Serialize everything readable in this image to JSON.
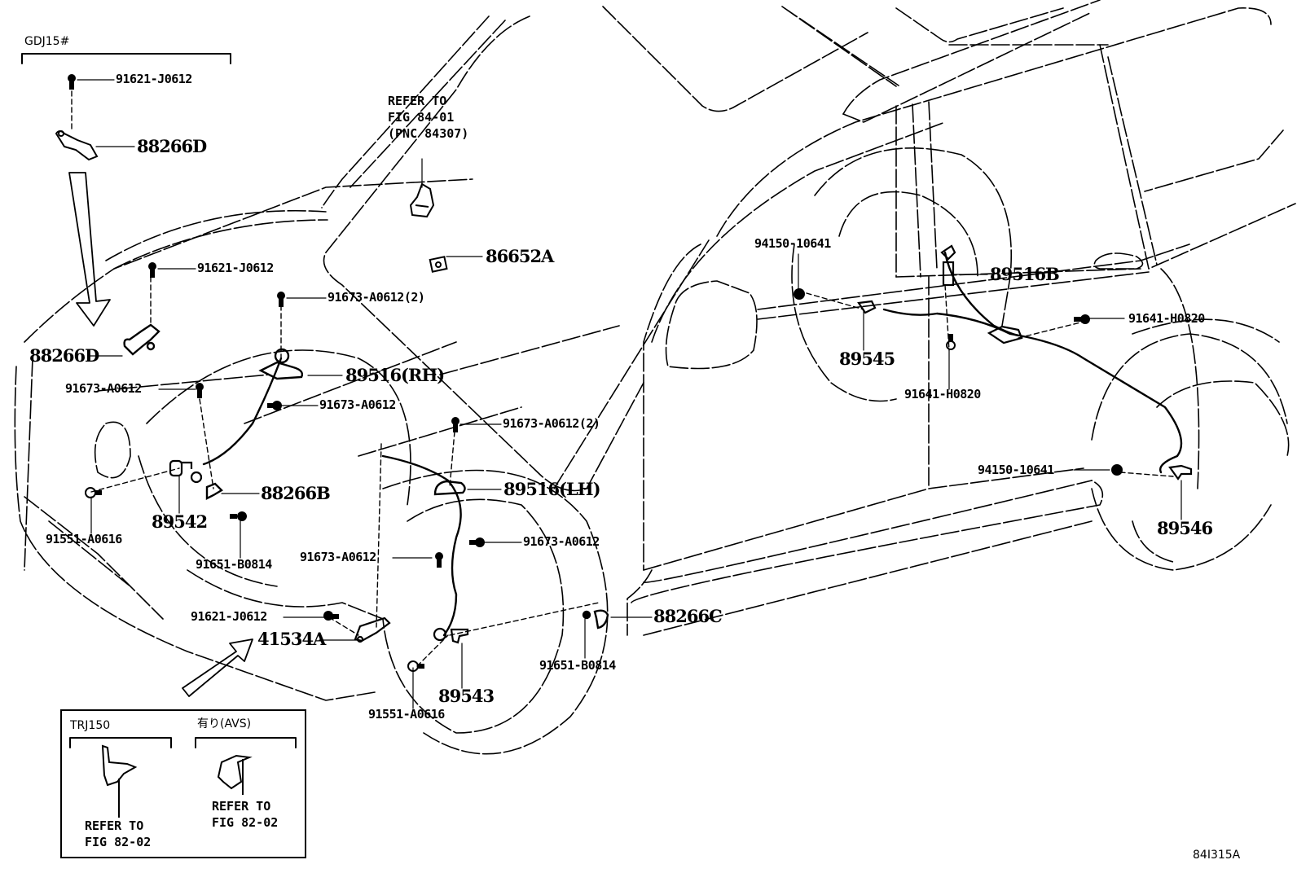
{
  "figure": {
    "id": "84I315A",
    "variant_top_left": "GDJ15#"
  },
  "callouts": {
    "top_bolt": "91621-J0612",
    "top_bracket": "88266D",
    "refer_84": [
      "REFER TO",
      "FIG 84-01",
      "(PNC 84307)"
    ],
    "sensor_86652A": "86652A",
    "bolt_91621_mid": "91621-J0612",
    "bolt_91673_rh2": "91673-A0612(2)",
    "bracket_88266D": "88266D",
    "harness_rh": "89516(RH)",
    "bolt_91673_left": "91673-A0612",
    "bolt_91673_rh": "91673-A0612",
    "bolt_91673_lh2": "91673-A0612(2)",
    "bracket_88266B": "88266B",
    "harness_lh": "89516(LH)",
    "sensor_89542": "89542",
    "bolt_91551_left": "91551-A0616",
    "bolt_91651_left": "91651-B0814",
    "bolt_91673_lh": "91673-A0612",
    "bolt_91673_lhlow": "91673-A0612",
    "bolt_91621_low": "91621-J0612",
    "bracket_41534A": "41534A",
    "bracket_88266C": "88266C",
    "bolt_91651_right": "91651-B0814",
    "sensor_89543": "89543",
    "bolt_91551_right": "91551-A0616",
    "nut_94150_upper": "94150-10641",
    "harness_89516B": "89516B",
    "bolt_91641_right": "91641-H0820",
    "sensor_89545": "89545",
    "bolt_91641_low": "91641-H0820",
    "nut_94150_lower": "94150-10641",
    "sensor_89546": "89546"
  },
  "inset": {
    "left_variant": "TRJ150",
    "right_variant": "有り(AVS)",
    "left_refer": [
      "REFER TO",
      "FIG 82-02"
    ],
    "right_refer": [
      "REFER TO",
      "FIG 82-02"
    ]
  }
}
